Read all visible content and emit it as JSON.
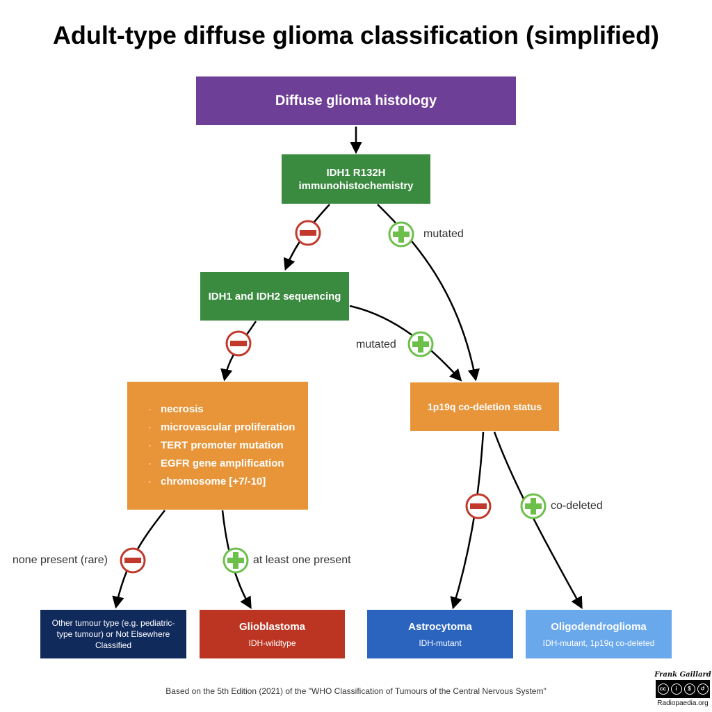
{
  "title": "Adult-type diffuse glioma classification (simplified)",
  "nodes": {
    "histology": "Diffuse glioma histology",
    "ihc_line1": "IDH1 R132H",
    "ihc_line2": "immunohistochemistry",
    "sequencing": "IDH1 and IDH2 sequencing",
    "features": [
      "necrosis",
      "microvascular proliferation",
      "TERT promoter mutation",
      "EGFR gene amplification",
      "chromosome [+7/-10]"
    ],
    "codeletion": "1p19q co-deletion status"
  },
  "outcomes": {
    "other": "Other tumour type (e.g. pediatric-type tumour) or Not Elsewhere Classified",
    "gbm_title": "Glioblastoma",
    "gbm_sub": "IDH-wildtype",
    "astro_title": "Astrocytoma",
    "astro_sub": "IDH-mutant",
    "oligo_title": "Oligodendroglioma",
    "oligo_sub": "IDH-mutant, 1p19q co-deleted"
  },
  "edge_labels": {
    "ihc_positive": "mutated",
    "seq_positive": "mutated",
    "none_present": "none present (rare)",
    "at_least_one": "at least one present",
    "codeleted": "co-deleted"
  },
  "colors": {
    "purple": "#6e3f96",
    "green": "#3a8a3f",
    "orange": "#e8953a",
    "navy": "#102a5c",
    "red": "#bc3523",
    "blue": "#2b64be",
    "light_blue": "#6aa8ec",
    "negative_sign": "#c0392b",
    "positive_sign": "#6cc04a"
  },
  "footer": "Based on the 5th Edition (2021) of the \"WHO Classification of Tumours of the Central Nervous System\"",
  "credit": {
    "author": "Frank Gaillard",
    "license": "CC BY NC SA",
    "site": "Radiopaedia.org"
  }
}
